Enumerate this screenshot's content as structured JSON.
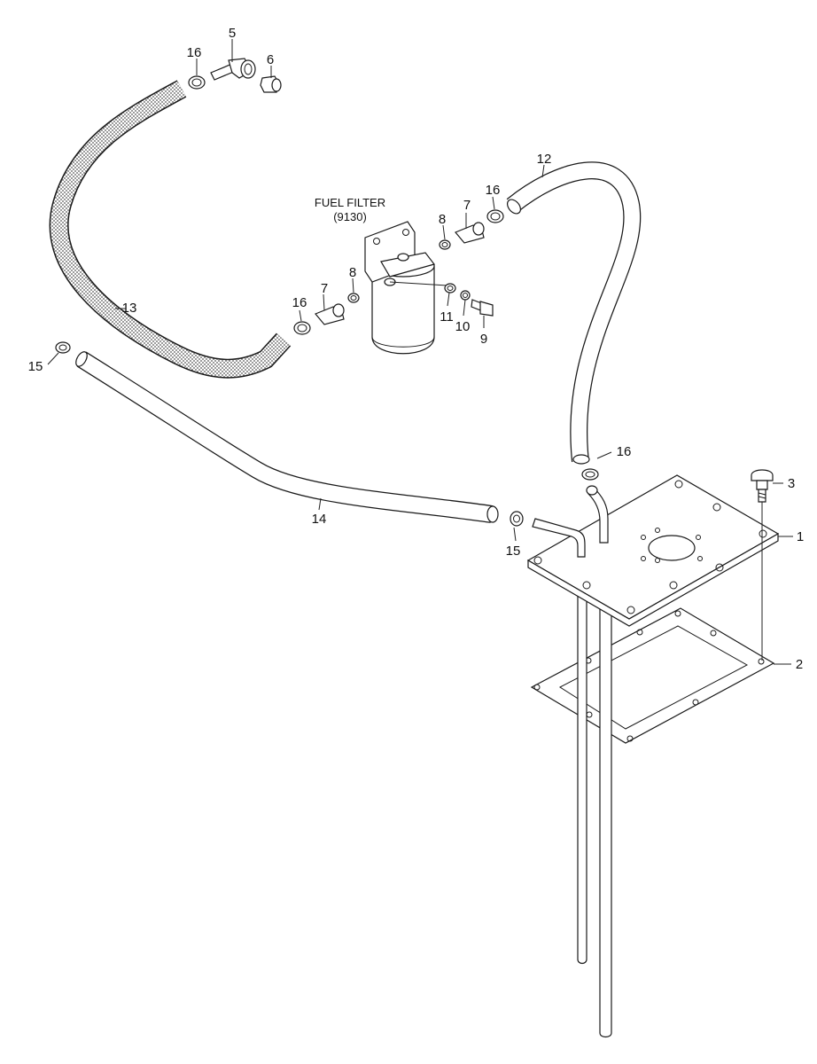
{
  "diagram": {
    "caption": {
      "line1": "FUEL FILTER",
      "line2": "(9130)"
    },
    "labels": {
      "p1": "1",
      "p2": "2",
      "p3": "3",
      "p5": "5",
      "p6": "6",
      "p7a": "7",
      "p7b": "7",
      "p8a": "8",
      "p8b": "8",
      "p9": "9",
      "p10": "10",
      "p11": "11",
      "p12": "12",
      "p13": "13",
      "p14": "14",
      "p15a": "15",
      "p15b": "15",
      "p16a": "16",
      "p16b": "16",
      "p16c": "16",
      "p16d": "16"
    },
    "colors": {
      "line": "#1a1a1a",
      "hose_fill": "#bdbdbd",
      "background": "#ffffff"
    }
  }
}
